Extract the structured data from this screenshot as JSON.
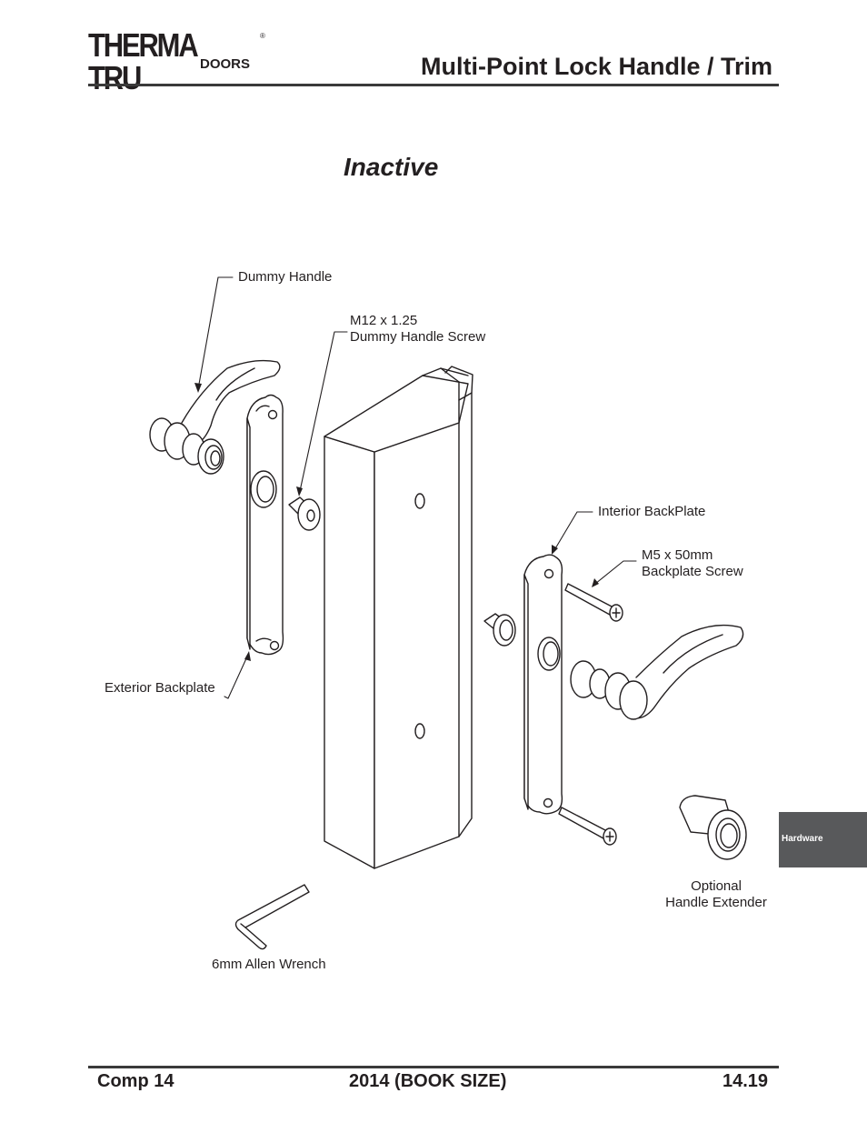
{
  "header": {
    "brand_name": "THERMA TRU",
    "brand_sub": "DOORS",
    "brand_reg": "®",
    "title": "Multi-Point Lock Handle / Trim"
  },
  "section": {
    "title": "Inactive"
  },
  "labels": {
    "dummy_handle": "Dummy Handle",
    "dummy_screw_line1": "M12 x 1.25",
    "dummy_screw_line2": "Dummy Handle Screw",
    "interior_backplate": "Interior BackPlate",
    "backplate_screw_line1": "M5 x 50mm",
    "backplate_screw_line2": "Backplate Screw",
    "exterior_backplate": "Exterior Backplate",
    "extender_line1": "Optional",
    "extender_line2": "Handle Extender",
    "allen_wrench": "6mm Allen Wrench"
  },
  "side_tab": {
    "label": "Hardware",
    "color": "#58595b"
  },
  "footer": {
    "left": "Comp 14",
    "center": "2014 (BOOK SIZE)",
    "right": "14.19"
  }
}
